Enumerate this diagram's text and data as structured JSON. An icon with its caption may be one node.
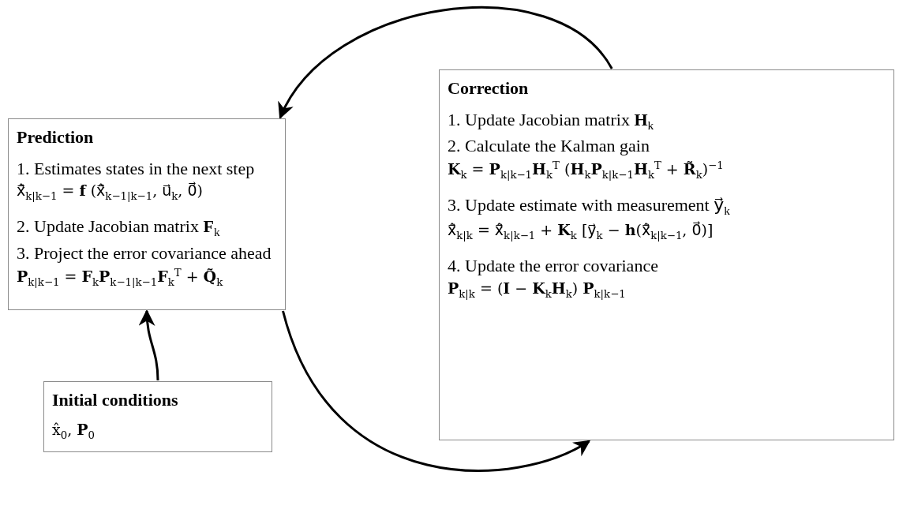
{
  "diagram": {
    "nodes": [
      {
        "text": [
          "Prediction",
          "1. Estimates states in the next step",
          "x̂⃗$_{k|k−1}$ = **f** (x̂⃗$_{k−1|k−1}$, u⃗$_{k}$, 0⃗)",
          "2. Update Jacobian matrix **F**$_{k}$",
          "3. Project the error covariance ahead",
          "**P**$_{k|k−1}$ = **F**$_{k}$**P**$_{k−1|k−1}$**F**$_{k}$$^{T}$ + **Q̃**$_{k}$"
        ]
      },
      {
        "text": [
          "Correction",
          "1. Update Jacobian matrix **H**$_{k}$",
          "2. Calculate the Kalman gain",
          "**K**$_{k}$ = **P**$_{k|k−1}$**H**$_{k}$$^{T}$ (**H**$_{k}$**P**$_{k|k−1}$**H**$_{k}$$^{T}$ + **R̃**$_{k}$)$^{−1}$",
          "3. Update estimate with measurement y⃗$_{k}$",
          "x̂⃗$_{k|k}$ = x̂⃗$_{k|k−1}$ + **K**$_{k}$ [y⃗$_{k}$ − **h**(x̂⃗$_{k|k−1}$, 0⃗)]",
          "4. Update the error covariance",
          "**P**$_{k|k}$ = (**I** − **K**$_{k}$**H**$_{k}$) **P**$_{k|k−1}$"
        ]
      },
      {
        "text": [
          "Initial conditions",
          "x̂$_{0}$, **P**$_{0}$"
        ]
      }
    ],
    "edges": [
      {
        "from": 2,
        "to": 0,
        "arrow": "to"
      },
      {
        "from": 0,
        "to": 1,
        "arrow": "to"
      },
      {
        "from": 1,
        "to": 0,
        "arrow": "to"
      }
    ]
  }
}
